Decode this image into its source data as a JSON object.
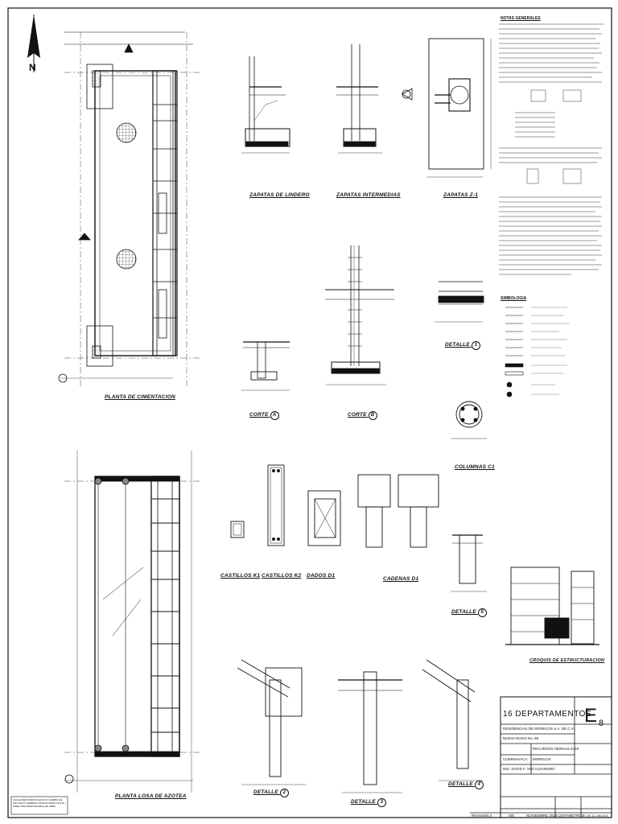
{
  "north_letter": "N",
  "views": {
    "planta_cimentacion": "PLANTA DE CIMENTACION",
    "planta_losa": "PLANTA LOSA DE AZOTEA",
    "zapatas_lindero": "ZAPATAS DE LINDERO",
    "zapatas_intermedias": "ZAPATAS INTERMEDIAS",
    "zapatas_z1": "ZAPATAS Z-1",
    "corte_a": "CORTE",
    "corte_b": "CORTE",
    "detalle_1": "DETALLE",
    "columnas_c1": "COLUMNAS C1",
    "castillos_k1": "CASTILLOS K1",
    "castillos_k2": "CASTILLOS K2",
    "dados_d1": "DADOS D1",
    "cadenas_d1": "CADENAS D1",
    "detalle_5": "DETALLE",
    "croquis": "CROQUIS DE ESTRUCTURACION",
    "detalle_2": "DETALLE",
    "detalle_3": "DETALLE",
    "detalle_4": "DETALLE"
  },
  "markers": {
    "a": "A",
    "b": "B",
    "d1": "1",
    "d2": "2",
    "d3": "3",
    "d4": "4",
    "d5": "5"
  },
  "notes_title": "NOTAS GENERALES",
  "simbologia_title": "SIMBOLOGIA",
  "title_block": {
    "project": "16 DEPARTAMENTOS",
    "sheet": "E",
    "sheet_num": "8",
    "owner": "RESIDENCIAS DE MORELOS S.A. DE C.V.",
    "address": "NUEVA RUSIA No. 66",
    "topic": "RECURSOS HIDRAULICOS",
    "city": "CUERNAVACA",
    "state": "MORELOS",
    "engineer": "ING. DAVID F. SOCALZAMURO",
    "revision": "REVISION 0",
    "scale": "S/E",
    "date": "NOVIEMBRE 2019",
    "units": "CENTIMETROS",
    "code": "17-00-11-160-001"
  },
  "disclaimer": "CUALQUIER MODIFICACION O CAMBIO DE PROYECTO DEBERA CONSULTARSE CON EL DIRECTOR RESPONSABLE DE OBRA",
  "colors": {
    "ink": "#111111",
    "paper": "#ffffff",
    "hatch": "#555555"
  }
}
